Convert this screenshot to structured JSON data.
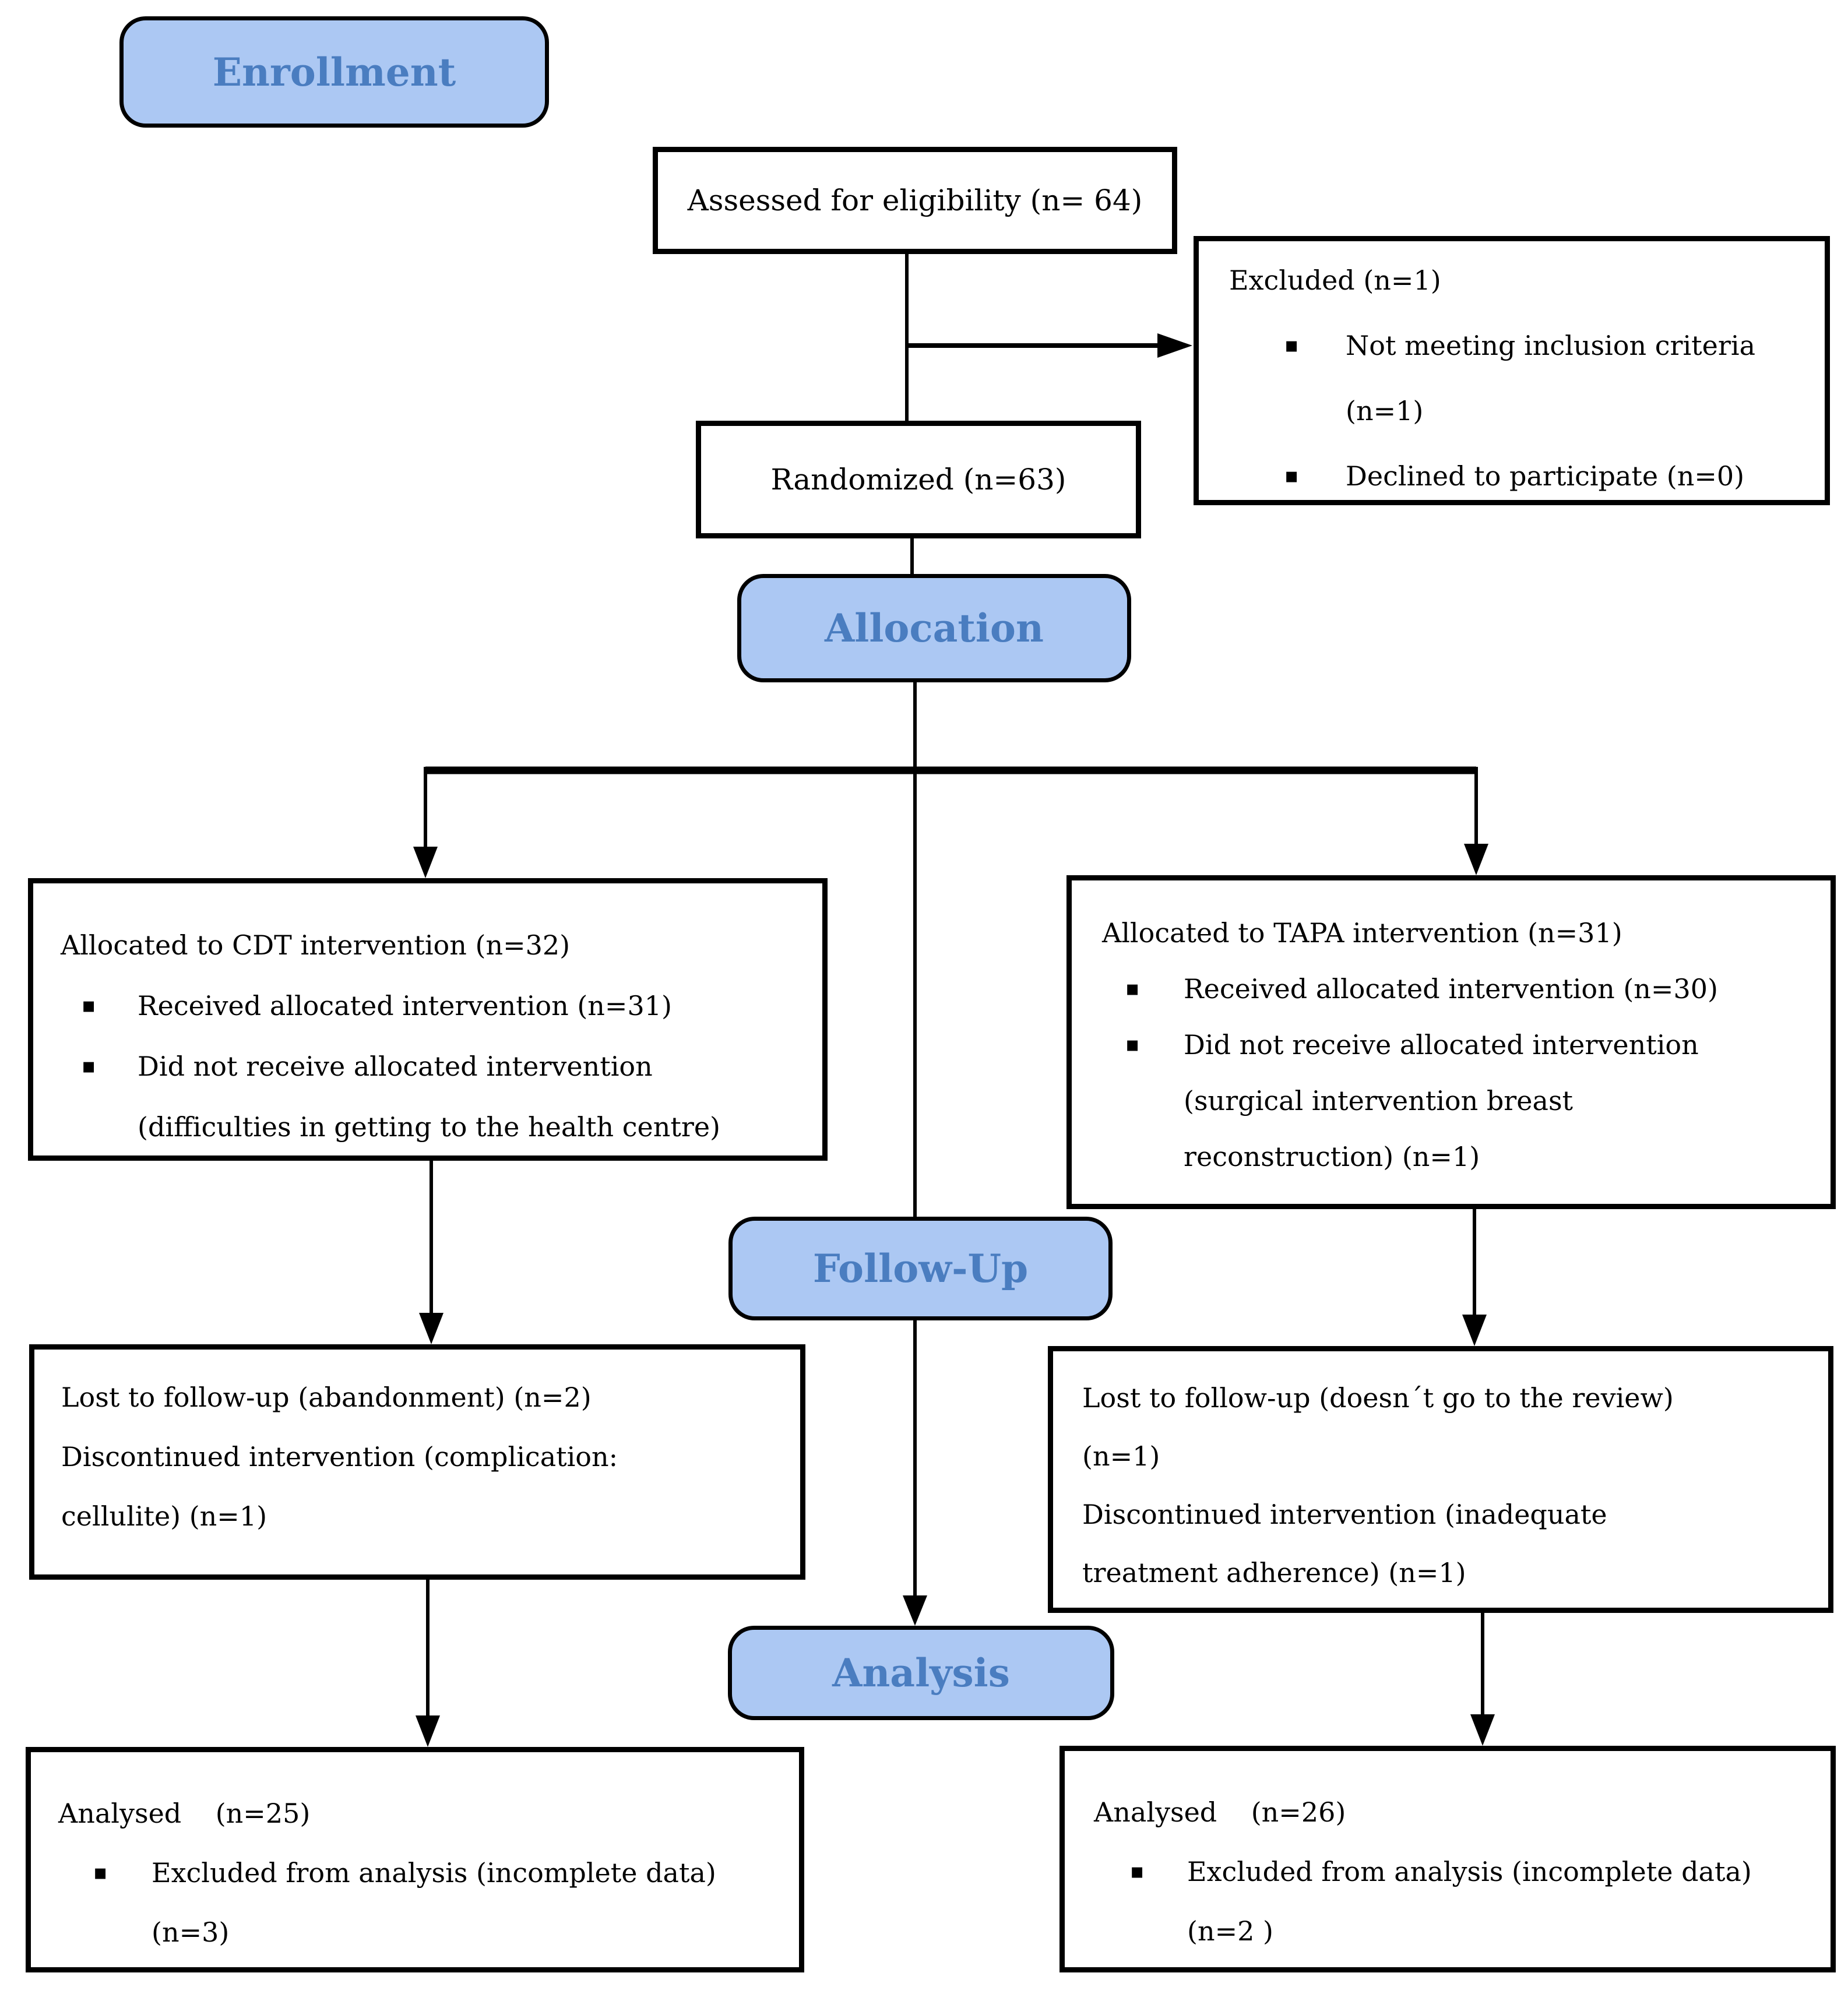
{
  "bullet_char": "▪",
  "colors": {
    "stage_fill": "#acc8f3",
    "stage_text": "#4a7dc0",
    "box_border": "#000000",
    "line": "#000000",
    "background": "#ffffff"
  },
  "stages": {
    "enrollment": "Enrollment",
    "allocation": "Allocation",
    "follow_up": "Follow-Up",
    "analysis": "Analysis"
  },
  "boxes": {
    "assessed": {
      "text": "Assessed for eligibility (n= 64)"
    },
    "excluded": {
      "title": "Excluded (n=1)",
      "bullet1": {
        "line1": "Not meeting inclusion criteria",
        "line2": "(n=1)"
      },
      "bullet2": {
        "line1": "Declined to participate (n=0)"
      }
    },
    "randomized": {
      "text": "Randomized (n=63)"
    },
    "allocated_cdt": {
      "title": "Allocated to CDT intervention (n=32)",
      "bullet1": {
        "line1": "Received allocated intervention (n=31)"
      },
      "bullet2": {
        "line1": "Did not receive allocated intervention",
        "line2": "(difficulties in getting to the health centre)"
      }
    },
    "allocated_tapa": {
      "title": "Allocated to TAPA intervention (n=31)",
      "bullet1": {
        "line1": "Received allocated intervention (n=30)"
      },
      "bullet2": {
        "line1": "Did not receive allocated intervention",
        "line2": "(surgical intervention breast",
        "line3": "reconstruction) (n=1)"
      }
    },
    "followup_cdt": {
      "line1": "Lost to follow-up (abandonment) (n=2)",
      "line2": "Discontinued intervention (complication:",
      "line3": "cellulite) (n=1)"
    },
    "followup_tapa": {
      "line1": "Lost to follow-up (doesn´t go to the review)",
      "line2": "(n=1)",
      "line3": "Discontinued intervention (inadequate",
      "line4": "treatment adherence) (n=1)"
    },
    "analysed_cdt": {
      "title": "Analysed    (n=25)",
      "bullet1": {
        "line1": "Excluded from analysis (incomplete data)",
        "line2": "(n=3)"
      }
    },
    "analysed_tapa": {
      "title": "Analysed    (n=26)",
      "bullet1": {
        "line1": "Excluded from analysis (incomplete data)",
        "line2": "(n=2 )"
      }
    }
  }
}
